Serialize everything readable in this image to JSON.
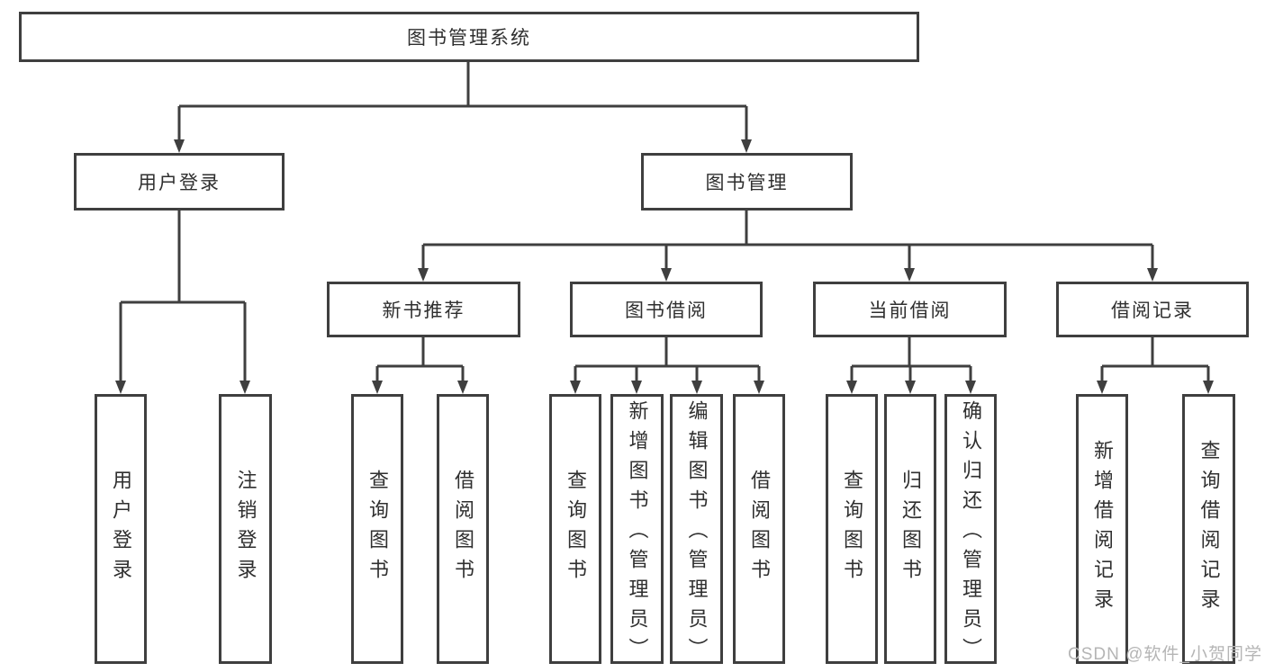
{
  "title": "图书管理系统",
  "nodes": {
    "root": {
      "label": "图书管理系统"
    },
    "user_login": {
      "label": "用户登录"
    },
    "book_mgmt": {
      "label": "图书管理"
    },
    "new_books": {
      "label": "新书推荐"
    },
    "book_borrow": {
      "label": "图书借阅"
    },
    "current_borrow": {
      "label": "当前借阅"
    },
    "borrow_records": {
      "label": "借阅记录"
    },
    "leaf_user_login": {
      "label": "用户登录"
    },
    "leaf_logout": {
      "label": "注销登录"
    },
    "leaf_nb_query": {
      "label": "查询图书"
    },
    "leaf_nb_borrow": {
      "label": "借阅图书"
    },
    "leaf_bb_query": {
      "label": "查询图书"
    },
    "leaf_bb_add": {
      "label": "新增图书（管理员）"
    },
    "leaf_bb_edit": {
      "label": "编辑图书（管理员）"
    },
    "leaf_bb_borrow": {
      "label": "借阅图书"
    },
    "leaf_cb_query": {
      "label": "查询图书"
    },
    "leaf_cb_return": {
      "label": "归还图书"
    },
    "leaf_cb_confirm": {
      "label": "确认归还（管理员）"
    },
    "leaf_br_add": {
      "label": "新增借阅记录"
    },
    "leaf_br_query": {
      "label": "查询借阅记录"
    }
  },
  "watermark": "CSDN @软件_小贺同学",
  "colors": {
    "line": "#3f3f3f",
    "text": "#2f2f2f",
    "watermark": "#b5b5b5",
    "background": "#ffffff"
  }
}
